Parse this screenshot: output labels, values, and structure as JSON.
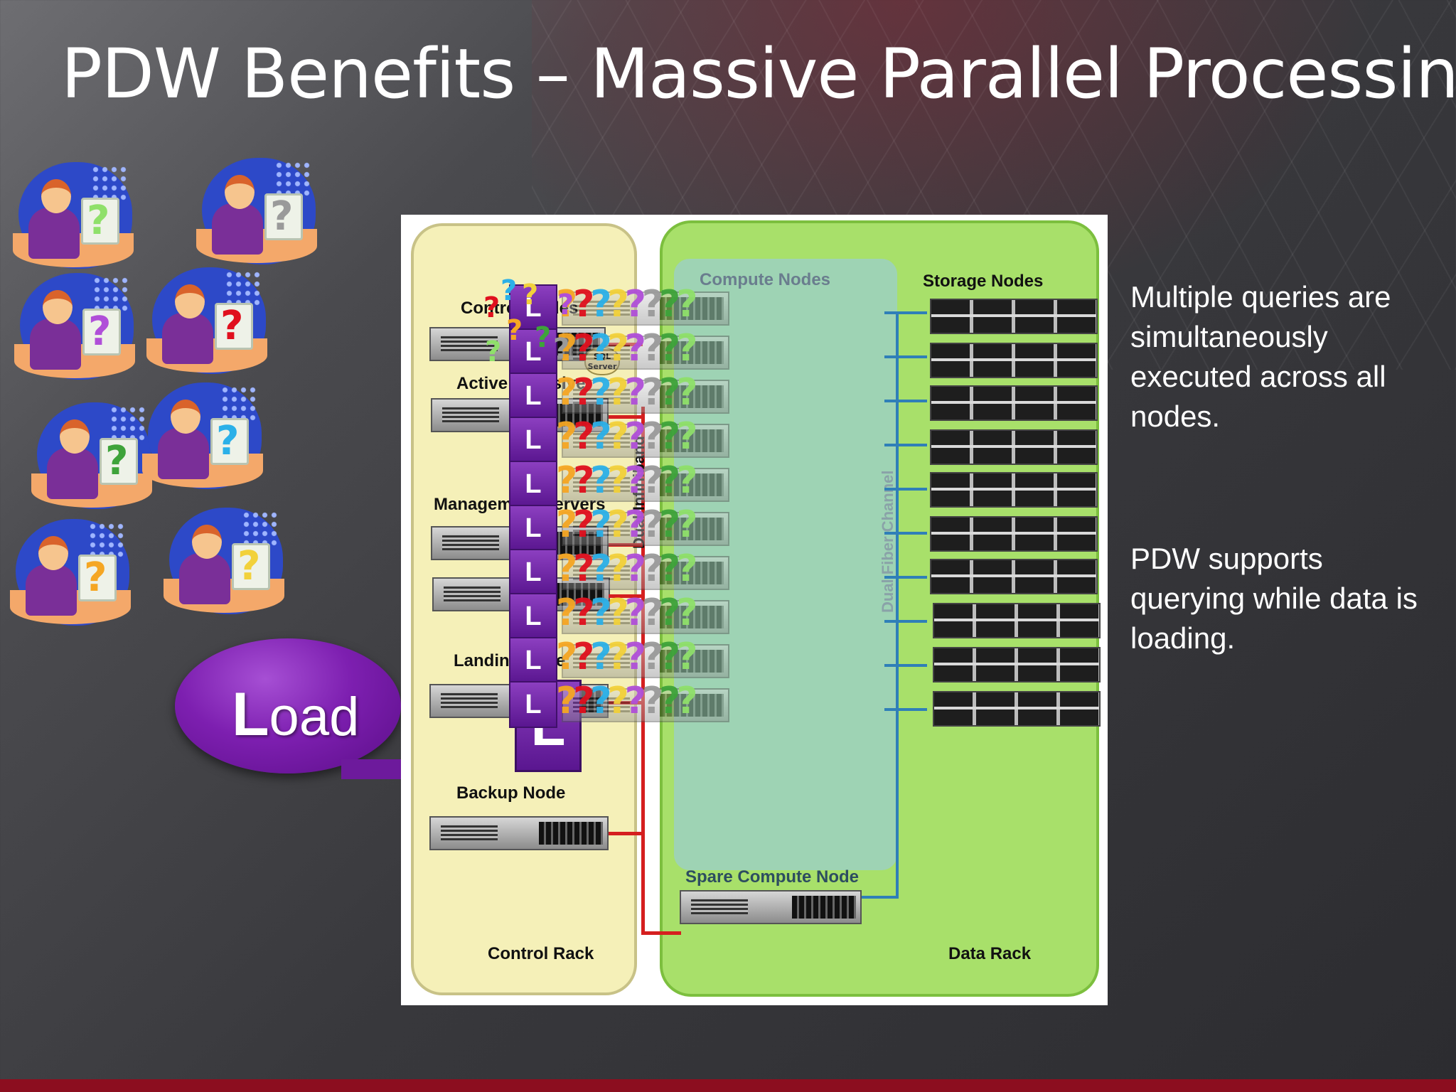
{
  "slide": {
    "title": "PDW Benefits – Massive Parallel Processing",
    "load_first": "L",
    "load_rest": "oad",
    "points": [
      "Multiple queries are simultaneously executed across all nodes.",
      "PDW supports querying while data is loading."
    ]
  },
  "colors": {
    "accent_red": "#8c0e1f",
    "load_purple": "#7d1fb0",
    "control_rack": "#f5f0b8",
    "data_rack": "#a8e06a"
  },
  "users": [
    {
      "mark": "?",
      "color": "#8fe06a"
    },
    {
      "mark": "?",
      "color": "#9a9a9a"
    },
    {
      "mark": "?",
      "color": "#b04fd8"
    },
    {
      "mark": "?",
      "color": "#e0101e"
    },
    {
      "mark": "?",
      "color": "#3ea33a"
    },
    {
      "mark": "?",
      "color": "#2bb0e8"
    },
    {
      "mark": "?",
      "color": "#f5a623"
    },
    {
      "mark": "?",
      "color": "#f2d13a"
    }
  ],
  "diagram": {
    "control_nodes": "Control Nodes",
    "active_passive": "Active / Passive",
    "management_servers": "Management Servers",
    "landing_zone": "Landing Zone",
    "backup_node": "Backup Node",
    "control_rack": "Control Rack",
    "dual_infiniband": "Dual Infiniband",
    "compute_nodes": "Compute Nodes",
    "storage_nodes": "Storage Nodes",
    "dual_fiber_channel": "Dual Fiber Channel",
    "spare_compute_node": "Spare Compute Node",
    "data_rack": "Data Rack",
    "sql_badge": "SQL Server",
    "load_node_label": "L",
    "query_mark": "?",
    "compute_node_count": 10,
    "storage_node_count": 10
  }
}
